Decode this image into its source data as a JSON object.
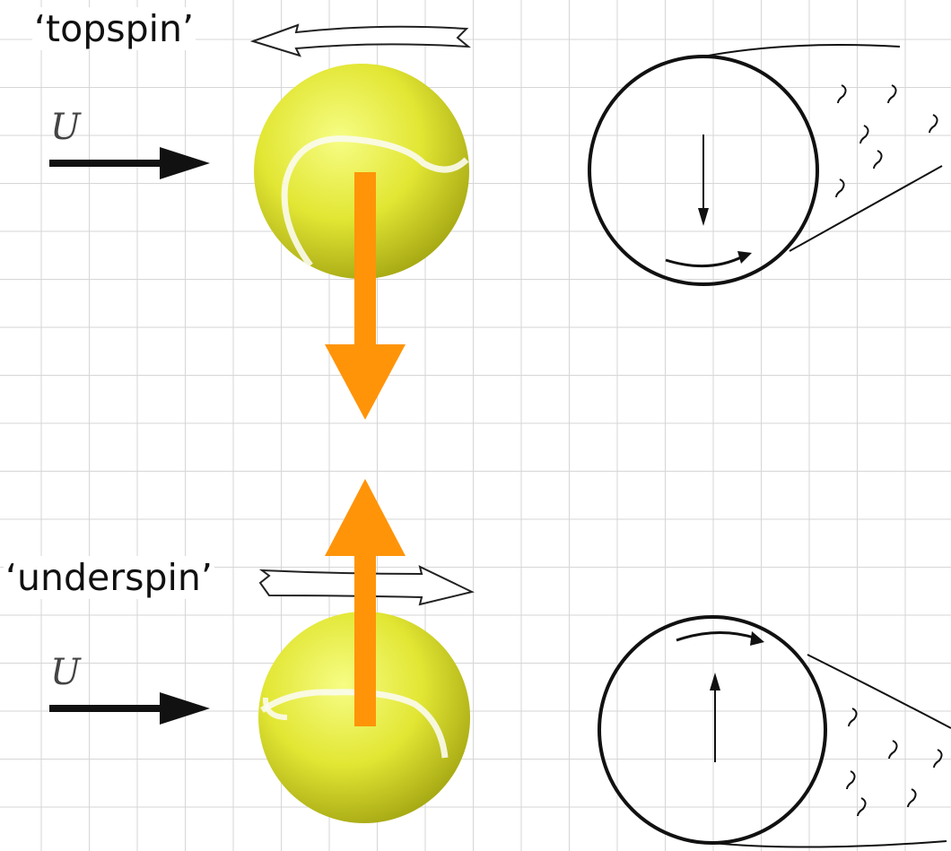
{
  "labels": {
    "topspin": "‘topspin’",
    "underspin": "‘underspin’",
    "velocity_top": "U",
    "velocity_bottom": "U"
  },
  "colors": {
    "force_arrow": "#ff9408",
    "ball_light": "#f3fb73",
    "ball_mid": "#dfe32e",
    "ball_dark": "#a5a713",
    "ink": "#111111"
  }
}
